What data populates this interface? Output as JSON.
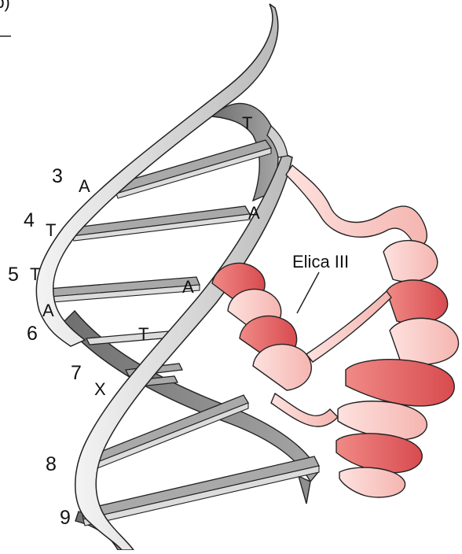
{
  "figure": {
    "panel_label": "(b)",
    "helix_label": "Elica III",
    "positions": [
      "3",
      "4",
      "5",
      "6",
      "7",
      "8",
      "9"
    ],
    "bases_front": [
      "A",
      "T",
      "T",
      "A",
      "X"
    ],
    "bases_back": [
      "T",
      "A",
      "A",
      "T"
    ],
    "colors": {
      "backbone_front": "#d8d8d8",
      "backbone_back": "#8e8e8e",
      "rung_top": "#a9a9a9",
      "rung_side": "#dcdcdc",
      "protein_light": "#f8c9c5",
      "protein_dark": "#e86a6a",
      "outline": "#222222"
    }
  }
}
